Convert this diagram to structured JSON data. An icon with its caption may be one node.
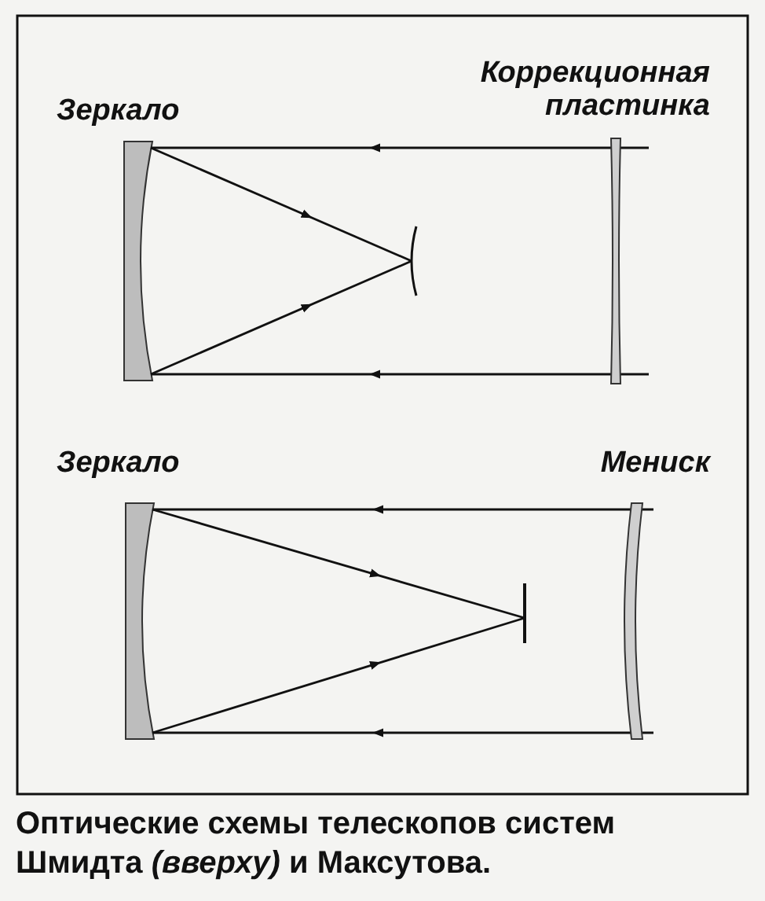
{
  "diagram": {
    "caption": "Оптические схемы телескопов систем Шмидта *(вверху)* и Максутова.",
    "labels": [
      "Зеркало",
      "Коррекционная пластинка",
      "Зеркало",
      "Мениск"
    ]
  }
}
